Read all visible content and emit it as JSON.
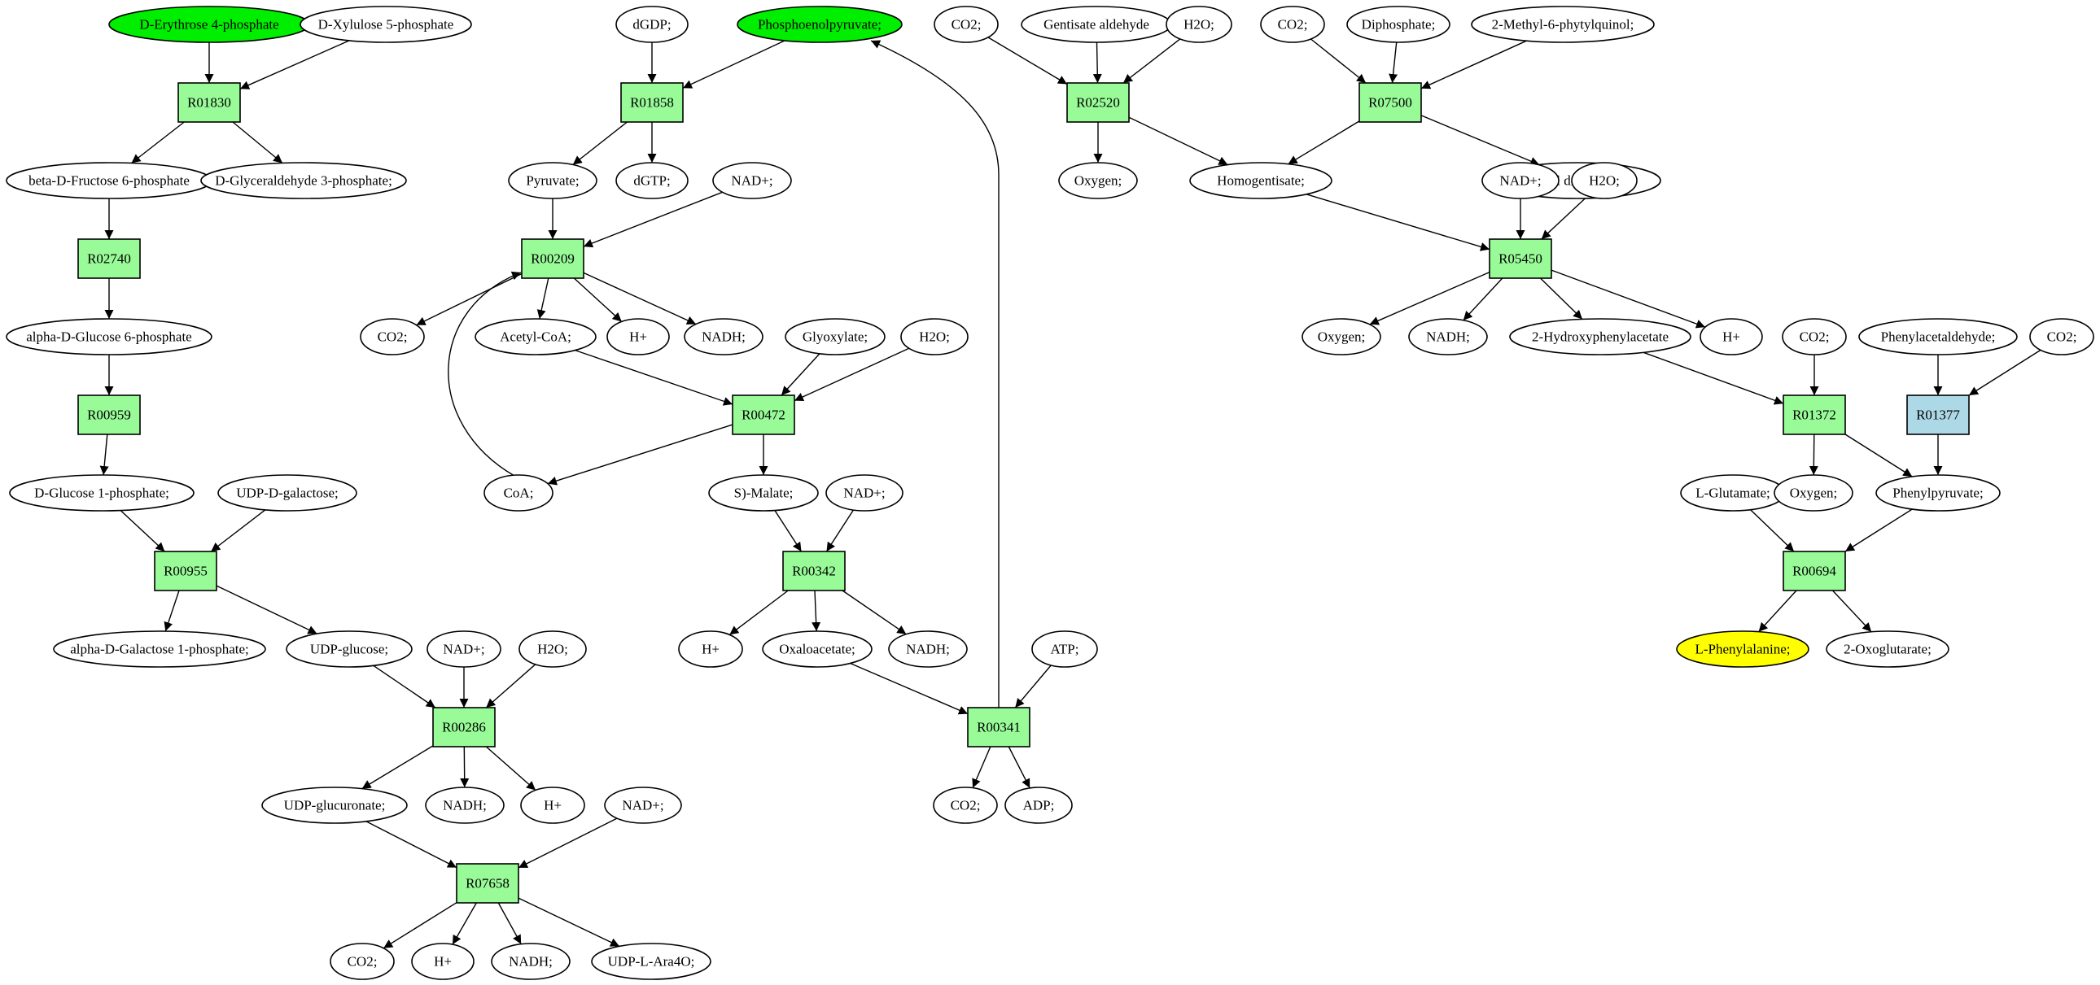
{
  "colors": {
    "reaction": "#98fb98",
    "reaction_alt": "#add8e6",
    "source": "#00ee00",
    "target": "#ffff00",
    "compound": "#ffffff"
  },
  "compounds": [
    {
      "id": "c1",
      "label": "D-Erythrose 4-phosphate",
      "fill": "source"
    },
    {
      "id": "c2",
      "label": "D-Xylulose 5-phosphate"
    },
    {
      "id": "c3",
      "label": "beta-D-Fructose 6-phosphate"
    },
    {
      "id": "c4",
      "label": "D-Glyceraldehyde 3-phosphate;"
    },
    {
      "id": "c5",
      "label": "alpha-D-Glucose 6-phosphate"
    },
    {
      "id": "c6",
      "label": "D-Glucose 1-phosphate;"
    },
    {
      "id": "c7",
      "label": "UDP-D-galactose;"
    },
    {
      "id": "c8",
      "label": "alpha-D-Galactose 1-phosphate;"
    },
    {
      "id": "c9",
      "label": "UDP-glucose;"
    },
    {
      "id": "c10",
      "label": "NAD+;"
    },
    {
      "id": "c11",
      "label": "H2O;"
    },
    {
      "id": "c12",
      "label": "UDP-glucuronate;"
    },
    {
      "id": "c13",
      "label": "NADH;"
    },
    {
      "id": "c14",
      "label": "H+"
    },
    {
      "id": "c15",
      "label": "NAD+;"
    },
    {
      "id": "c16",
      "label": "CO2;"
    },
    {
      "id": "c17",
      "label": "H+"
    },
    {
      "id": "c18",
      "label": "NADH;"
    },
    {
      "id": "c19",
      "label": "UDP-L-Ara4O;"
    },
    {
      "id": "c20",
      "label": "dGDP;"
    },
    {
      "id": "c21",
      "label": "Phosphoenolpyruvate;",
      "fill": "source"
    },
    {
      "id": "c22",
      "label": "Pyruvate;"
    },
    {
      "id": "c23",
      "label": "dGTP;"
    },
    {
      "id": "c24",
      "label": "NAD+;"
    },
    {
      "id": "c25",
      "label": "CO2;"
    },
    {
      "id": "c26",
      "label": "Acetyl-CoA;"
    },
    {
      "id": "c27",
      "label": "H+"
    },
    {
      "id": "c28",
      "label": "NADH;"
    },
    {
      "id": "c29",
      "label": "Glyoxylate;"
    },
    {
      "id": "c30",
      "label": "H2O;"
    },
    {
      "id": "c31",
      "label": "CoA;"
    },
    {
      "id": "c32",
      "label": "S)-Malate;"
    },
    {
      "id": "c33",
      "label": "NAD+;"
    },
    {
      "id": "c34",
      "label": "H+"
    },
    {
      "id": "c35",
      "label": "Oxaloacetate;"
    },
    {
      "id": "c36",
      "label": "NADH;"
    },
    {
      "id": "c37",
      "label": "ATP;"
    },
    {
      "id": "c38",
      "label": "CO2;"
    },
    {
      "id": "c39",
      "label": "ADP;"
    },
    {
      "id": "c40",
      "label": "CO2;"
    },
    {
      "id": "c41",
      "label": "Gentisate aldehyde"
    },
    {
      "id": "c42",
      "label": "H2O;"
    },
    {
      "id": "c43",
      "label": "Oxygen;"
    },
    {
      "id": "c44",
      "label": "Homogentisate;"
    },
    {
      "id": "c45",
      "label": "CO2;"
    },
    {
      "id": "c46",
      "label": "Diphosphate;"
    },
    {
      "id": "c47",
      "label": "2-Methyl-6-phytylquinol;"
    },
    {
      "id": "c48",
      "label": "Phytyl diphosphate"
    },
    {
      "id": "c49",
      "label": "NAD+;"
    },
    {
      "id": "c50",
      "label": "H2O;"
    },
    {
      "id": "c51",
      "label": "Oxygen;"
    },
    {
      "id": "c52",
      "label": "NADH;"
    },
    {
      "id": "c53",
      "label": "2-Hydroxyphenylacetate"
    },
    {
      "id": "c54",
      "label": "H+"
    },
    {
      "id": "c55",
      "label": "CO2;"
    },
    {
      "id": "c56",
      "label": "Phenylacetaldehyde;"
    },
    {
      "id": "c57",
      "label": "CO2;"
    },
    {
      "id": "c58",
      "label": "L-Glutamate;"
    },
    {
      "id": "c59",
      "label": "Oxygen;"
    },
    {
      "id": "c60",
      "label": "Phenylpyruvate;"
    },
    {
      "id": "c61",
      "label": "L-Phenylalanine;",
      "fill": "target"
    },
    {
      "id": "c62",
      "label": "2-Oxoglutarate;"
    }
  ],
  "reactions": [
    {
      "id": "r1",
      "label": "R01830"
    },
    {
      "id": "r2",
      "label": "R02740"
    },
    {
      "id": "r3",
      "label": "R00959"
    },
    {
      "id": "r4",
      "label": "R00955"
    },
    {
      "id": "r5",
      "label": "R00286"
    },
    {
      "id": "r6",
      "label": "R07658"
    },
    {
      "id": "r7",
      "label": "R01858"
    },
    {
      "id": "r8",
      "label": "R00209"
    },
    {
      "id": "r9",
      "label": "R00472"
    },
    {
      "id": "r10",
      "label": "R00342"
    },
    {
      "id": "r11",
      "label": "R00341"
    },
    {
      "id": "r12",
      "label": "R02520"
    },
    {
      "id": "r13",
      "label": "R07500"
    },
    {
      "id": "r14",
      "label": "R05450"
    },
    {
      "id": "r15",
      "label": "R01372"
    },
    {
      "id": "r16",
      "label": "R01377",
      "fill": "reaction_alt"
    },
    {
      "id": "r17",
      "label": "R00694"
    }
  ],
  "edges": [
    [
      "c1",
      "r1"
    ],
    [
      "c2",
      "r1"
    ],
    [
      "r1",
      "c3"
    ],
    [
      "r1",
      "c4"
    ],
    [
      "c3",
      "r2"
    ],
    [
      "r2",
      "c5"
    ],
    [
      "c5",
      "r3"
    ],
    [
      "r3",
      "c6"
    ],
    [
      "c6",
      "r4"
    ],
    [
      "c7",
      "r4"
    ],
    [
      "r4",
      "c8"
    ],
    [
      "r4",
      "c9"
    ],
    [
      "c9",
      "r5"
    ],
    [
      "c10",
      "r5"
    ],
    [
      "c11",
      "r5"
    ],
    [
      "r5",
      "c12"
    ],
    [
      "r5",
      "c13"
    ],
    [
      "r5",
      "c14"
    ],
    [
      "c12",
      "r6"
    ],
    [
      "c15",
      "r6"
    ],
    [
      "r6",
      "c16"
    ],
    [
      "r6",
      "c17"
    ],
    [
      "r6",
      "c18"
    ],
    [
      "r6",
      "c19"
    ],
    [
      "c20",
      "r7"
    ],
    [
      "c21",
      "r7"
    ],
    [
      "r7",
      "c22"
    ],
    [
      "r7",
      "c23"
    ],
    [
      "c22",
      "r8"
    ],
    [
      "c24",
      "r8"
    ],
    [
      "r8",
      "c25"
    ],
    [
      "r8",
      "c26"
    ],
    [
      "r8",
      "c27"
    ],
    [
      "r8",
      "c28"
    ],
    [
      "c26",
      "r9"
    ],
    [
      "c29",
      "r9"
    ],
    [
      "c30",
      "r9"
    ],
    [
      "r9",
      "c31"
    ],
    [
      "r9",
      "c32"
    ],
    [
      "c31",
      "r8"
    ],
    [
      "c32",
      "r10"
    ],
    [
      "c33",
      "r10"
    ],
    [
      "r10",
      "c34"
    ],
    [
      "r10",
      "c35"
    ],
    [
      "r10",
      "c36"
    ],
    [
      "c35",
      "r11"
    ],
    [
      "c37",
      "r11"
    ],
    [
      "r11",
      "c38"
    ],
    [
      "r11",
      "c39"
    ],
    [
      "r11",
      "c21"
    ],
    [
      "c40",
      "r12"
    ],
    [
      "c41",
      "r12"
    ],
    [
      "c42",
      "r12"
    ],
    [
      "r12",
      "c43"
    ],
    [
      "r12",
      "c44"
    ],
    [
      "c45",
      "r13"
    ],
    [
      "c46",
      "r13"
    ],
    [
      "c47",
      "r13"
    ],
    [
      "r13",
      "c44"
    ],
    [
      "r13",
      "c48"
    ],
    [
      "c44",
      "r14"
    ],
    [
      "c49",
      "r14"
    ],
    [
      "c50",
      "r14"
    ],
    [
      "r14",
      "c51"
    ],
    [
      "r14",
      "c52"
    ],
    [
      "r14",
      "c53"
    ],
    [
      "r14",
      "c54"
    ],
    [
      "c53",
      "r15"
    ],
    [
      "c55",
      "r15"
    ],
    [
      "r15",
      "c59"
    ],
    [
      "r15",
      "c60"
    ],
    [
      "c56",
      "r16"
    ],
    [
      "c57",
      "r16"
    ],
    [
      "r16",
      "c60"
    ],
    [
      "c58",
      "r17"
    ],
    [
      "c60",
      "r17"
    ],
    [
      "r17",
      "c61"
    ],
    [
      "r17",
      "c62"
    ]
  ]
}
